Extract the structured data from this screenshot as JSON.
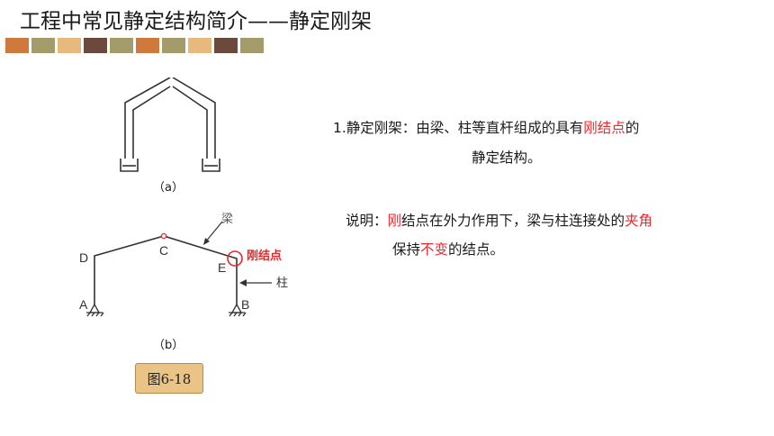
{
  "title": "工程中常见静定结构简介——静定刚架",
  "color_bar": [
    "#cf7a3c",
    "#a49b6a",
    "#e7b97c",
    "#6b4a3d",
    "#a49b6a",
    "#cf7a3c",
    "#a49b6a",
    "#e7b97c",
    "#6b4a3d",
    "#a49b6a"
  ],
  "figure_a": {
    "caption": "（a）"
  },
  "figure_b": {
    "caption": "（b）",
    "labels": {
      "A": "A",
      "B": "B",
      "C": "C",
      "D": "D",
      "E": "E"
    },
    "beam_label": "梁",
    "column_label": "柱",
    "rigid_joint_label": "刚结点"
  },
  "figure_label": "图6-18",
  "definition": {
    "prefix": "1.静定刚架：由梁、柱等直杆组成的具有",
    "highlight": "刚结点",
    "suffix": "的",
    "line2": "静定结构。"
  },
  "explanation": {
    "label": "说明：",
    "hl1": "刚",
    "part1": "结点在外力作用下，梁与柱连接处的",
    "hl2": "夹角",
    "line2_pre": "保持",
    "hl3": "不变",
    "line2_post": "的结点。"
  }
}
